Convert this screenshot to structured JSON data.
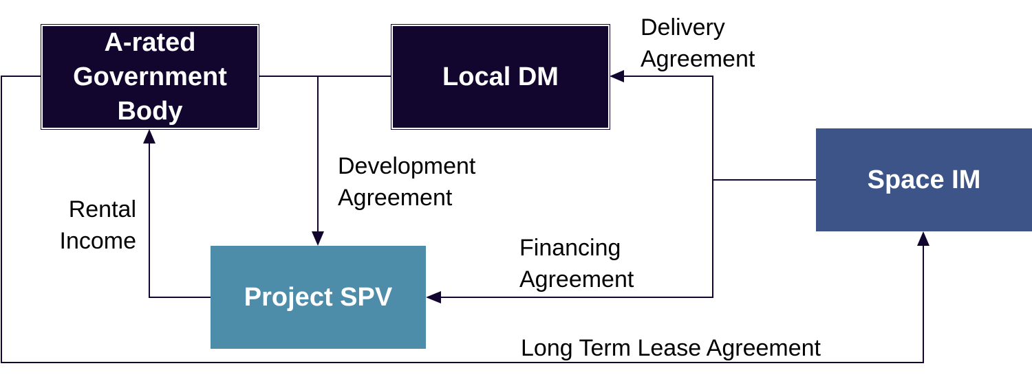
{
  "nodes": {
    "government": {
      "line1": "A-rated",
      "line2": "Government",
      "line3": "Body"
    },
    "local_dm": {
      "label": "Local DM"
    },
    "space_im": {
      "label": "Space IM"
    },
    "project_spv": {
      "label": "Project SPV"
    }
  },
  "edges": {
    "delivery": {
      "line1": "Delivery",
      "line2": "Agreement"
    },
    "development": {
      "line1": "Development",
      "line2": "Agreement"
    },
    "rental": {
      "line1": "Rental",
      "line2": "Income"
    },
    "financing": {
      "line1": "Financing",
      "line2": "Agreement"
    },
    "lease": {
      "label": "Long Term Lease Agreement"
    }
  },
  "colors": {
    "dark_box": "#12052e",
    "space_im_box": "#3c5488",
    "project_spv_box": "#4e8da9",
    "connector": "#12052e"
  }
}
